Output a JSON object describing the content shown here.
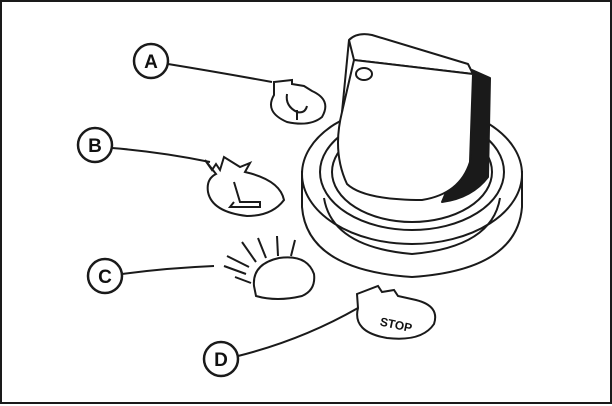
{
  "diagram": {
    "callouts": [
      {
        "id": "A",
        "label": "A",
        "symbol": "glow-plug-preheat-icon"
      },
      {
        "id": "B",
        "label": "B",
        "symbol": "key-on-run-icon"
      },
      {
        "id": "C",
        "label": "C",
        "symbol": "start-lamp-icon"
      },
      {
        "id": "D",
        "label": "D",
        "symbol": "stop-icon"
      }
    ],
    "stop_label": "STOP",
    "colors": {
      "line": "#1a1a1a",
      "knob_fill": "#ffffff",
      "background": "#ffffff"
    }
  }
}
